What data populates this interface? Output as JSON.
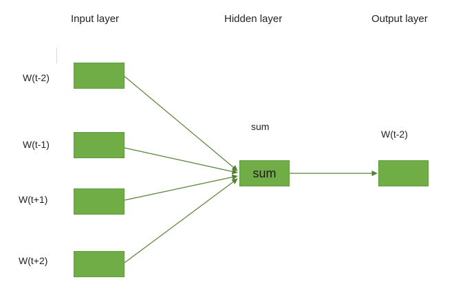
{
  "headers": {
    "input": "Input layer",
    "hidden": "Hidden layer",
    "output": "Output layer"
  },
  "inputs": [
    {
      "label": "W(t-2)"
    },
    {
      "label": "W(t-1)"
    },
    {
      "label": "W(t+1)"
    },
    {
      "label": "W(t+2)"
    }
  ],
  "hidden": {
    "caption": "sum",
    "node_label": "sum"
  },
  "output": {
    "label": "W(t-2)"
  },
  "colors": {
    "node_fill": "#70ad47",
    "edge": "#548235"
  }
}
